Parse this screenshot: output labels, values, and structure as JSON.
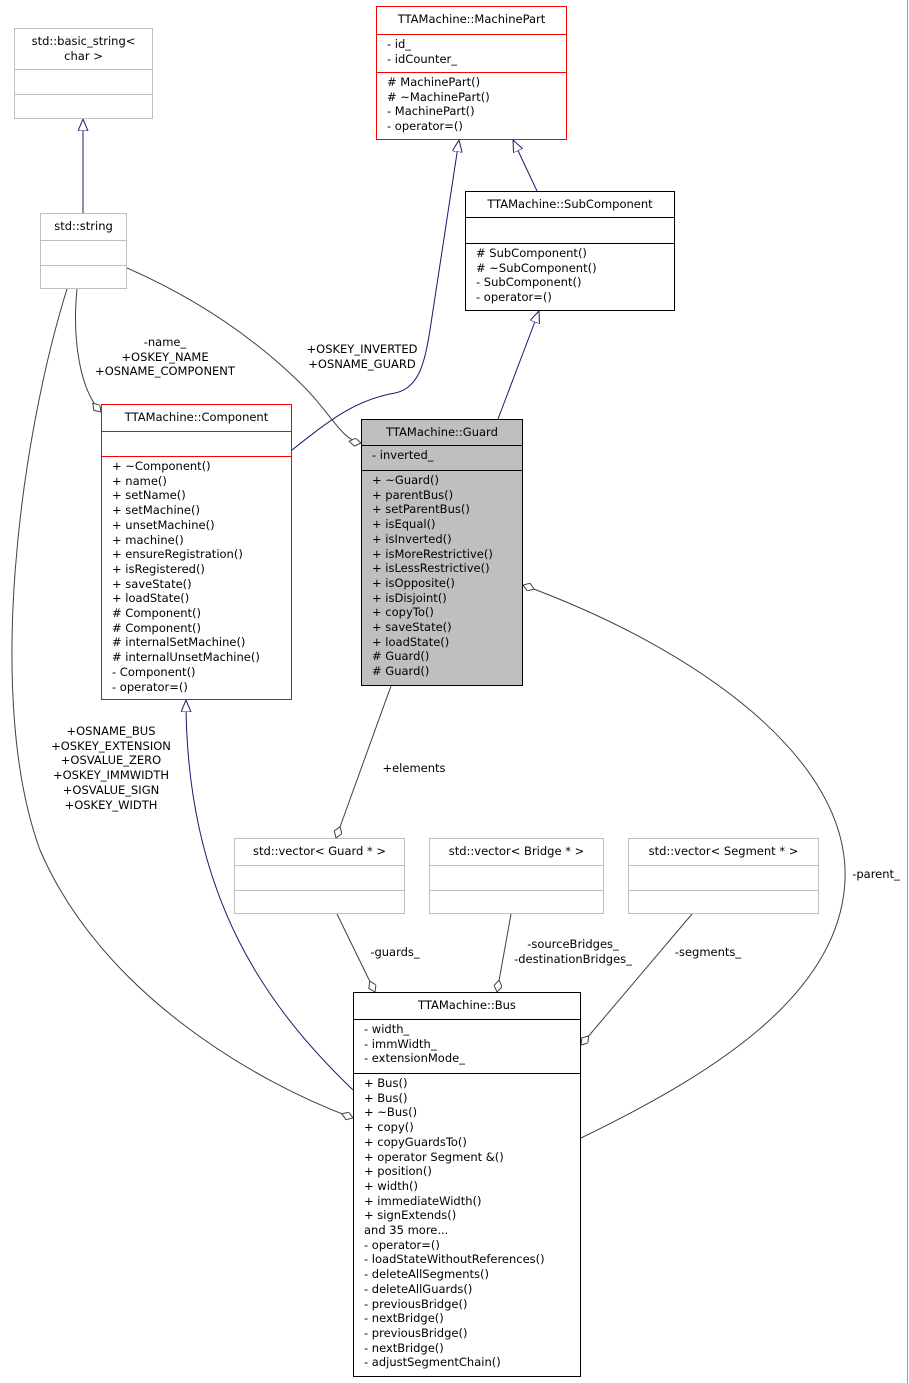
{
  "colors": {
    "inheritance": "#191970",
    "usage": "#404040",
    "focus_fill": "#bfbfbf",
    "undocumented_border": "#bfbfbf",
    "documented_border": "#ff0000"
  },
  "classes": {
    "basic_string": {
      "title": [
        "std::basic_string<",
        "char >"
      ],
      "attributes": [],
      "methods": []
    },
    "machine_part": {
      "title": [
        "TTAMachine::MachinePart"
      ],
      "attributes": [
        "- id_",
        "- idCounter_"
      ],
      "methods": [
        "# MachinePart()",
        "# ~MachinePart()",
        "- MachinePart()",
        "- operator=()"
      ]
    },
    "string": {
      "title": [
        "std::string"
      ],
      "attributes": [],
      "methods": []
    },
    "sub_component": {
      "title": [
        "TTAMachine::SubComponent"
      ],
      "attributes": [],
      "methods": [
        "# SubComponent()",
        "# ~SubComponent()",
        "- SubComponent()",
        "- operator=()"
      ]
    },
    "component": {
      "title": [
        "TTAMachine::Component"
      ],
      "attributes": [],
      "methods": [
        "+ ~Component()",
        "+ name()",
        "+ setName()",
        "+ setMachine()",
        "+ unsetMachine()",
        "+ machine()",
        "+ ensureRegistration()",
        "+ isRegistered()",
        "+ saveState()",
        "+ loadState()",
        "# Component()",
        "# Component()",
        "# internalSetMachine()",
        "# internalUnsetMachine()",
        "- Component()",
        "- operator=()"
      ]
    },
    "guard": {
      "title": [
        "TTAMachine::Guard"
      ],
      "attributes": [
        "- inverted_"
      ],
      "methods": [
        "+ ~Guard()",
        "+ parentBus()",
        "+ setParentBus()",
        "+ isEqual()",
        "+ isInverted()",
        "+ isMoreRestrictive()",
        "+ isLessRestrictive()",
        "+ isOpposite()",
        "+ isDisjoint()",
        "+ copyTo()",
        "+ saveState()",
        "+ loadState()",
        "# Guard()",
        "# Guard()"
      ]
    },
    "vector_guard": {
      "title": [
        "std::vector< Guard * >"
      ],
      "attributes": [],
      "methods": []
    },
    "vector_bridge": {
      "title": [
        "std::vector< Bridge * >"
      ],
      "attributes": [],
      "methods": []
    },
    "vector_segment": {
      "title": [
        "std::vector< Segment * >"
      ],
      "attributes": [],
      "methods": []
    },
    "bus": {
      "title": [
        "TTAMachine::Bus"
      ],
      "attributes": [
        "- width_",
        "- immWidth_",
        "- extensionMode_"
      ],
      "methods": [
        "+ Bus()",
        "+ Bus()",
        "+ ~Bus()",
        "+ copy()",
        "+ copyGuardsTo()",
        "+ operator Segment &()",
        "+ position()",
        "+ width()",
        "+ immediateWidth()",
        "+ signExtends()",
        "and 35 more...",
        "- operator=()",
        "- loadStateWithoutReferences()",
        "- deleteAllSegments()",
        "- deleteAllGuards()",
        "- previousBridge()",
        "- nextBridge()",
        "- previousBridge()",
        "- nextBridge()",
        "- adjustSegmentChain()"
      ]
    }
  },
  "edge_labels": {
    "string_component": [
      "-name_",
      "+OSKEY_NAME",
      "+OSNAME_COMPONENT"
    ],
    "string_guard": [
      "+OSKEY_INVERTED",
      "+OSNAME_GUARD"
    ],
    "string_bus": [
      "+OSNAME_BUS",
      "+OSKEY_EXTENSION",
      "+OSVALUE_ZERO",
      "+OSKEY_IMMWIDTH",
      "+OSVALUE_SIGN",
      "+OSKEY_WIDTH"
    ],
    "guard_vector": [
      "+elements"
    ],
    "vector_guard_bus": [
      "-guards_"
    ],
    "vector_bridge_bus": [
      "-sourceBridges_",
      "-destinationBridges_"
    ],
    "vector_segment_bus": [
      "-segments_"
    ],
    "bus_guard": [
      "-parent_"
    ]
  }
}
